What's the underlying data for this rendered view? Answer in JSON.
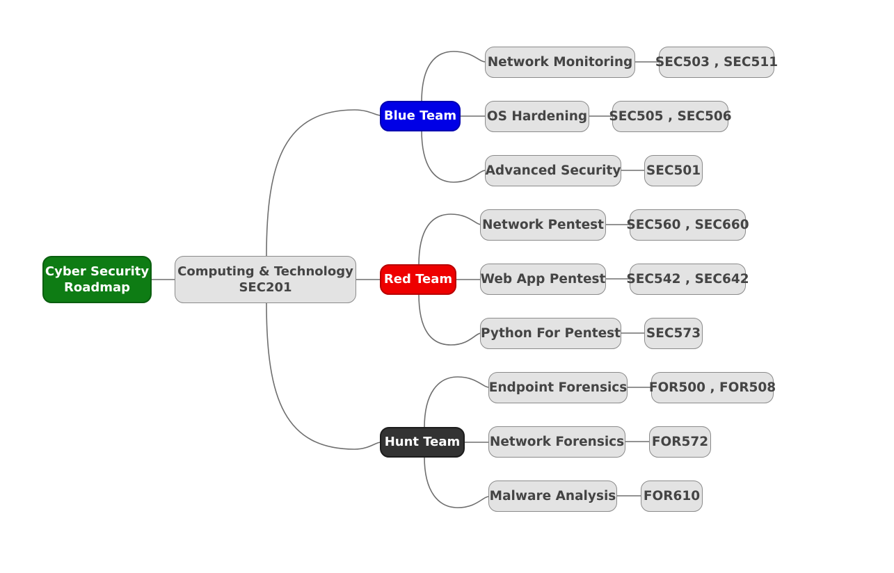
{
  "root": {
    "line1": "Cyber Security",
    "line2": "Roadmap"
  },
  "main": {
    "line1": "Computing & Technology",
    "line2": "SEC201"
  },
  "teams": [
    {
      "label": "Blue Team",
      "color": "#0000e6",
      "topics": [
        {
          "label": "Network Monitoring",
          "courses": "SEC503 , SEC511"
        },
        {
          "label": "OS Hardening",
          "courses": "SEC505 , SEC506"
        },
        {
          "label": "Advanced Security",
          "courses": "SEC501"
        }
      ]
    },
    {
      "label": "Red Team",
      "color": "#ee0000",
      "topics": [
        {
          "label": "Network Pentest",
          "courses": "SEC560 , SEC660"
        },
        {
          "label": "Web App Pentest",
          "courses": "SEC542 , SEC642"
        },
        {
          "label": "Python For Pentest",
          "courses": "SEC573"
        }
      ]
    },
    {
      "label": "Hunt Team",
      "color": "#333333",
      "topics": [
        {
          "label": "Endpoint Forensics",
          "courses": "FOR500 , FOR508"
        },
        {
          "label": "Network Forensics",
          "courses": "FOR572"
        },
        {
          "label": "Malware Analysis",
          "courses": "FOR610"
        }
      ]
    }
  ]
}
